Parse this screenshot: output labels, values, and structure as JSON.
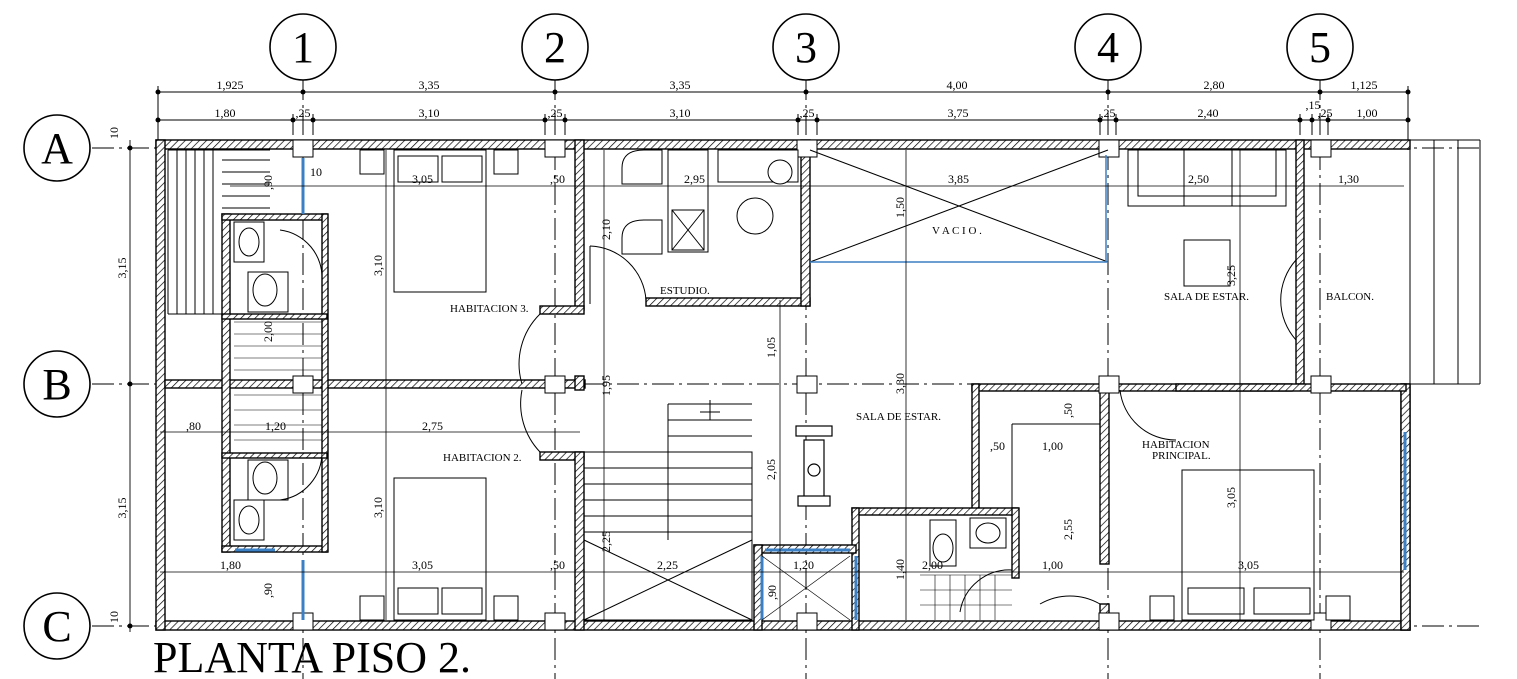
{
  "title": "PLANTA PISO 2.",
  "axes_vertical": [
    "1",
    "2",
    "3",
    "4",
    "5"
  ],
  "axes_horizontal": [
    "A",
    "B",
    "C"
  ],
  "dims_top_row1": [
    "1,925",
    "3,35",
    "3,35",
    "4,00",
    "2,80",
    "1,125"
  ],
  "dims_top_row2": [
    "1,80",
    ",25",
    "3,10",
    ",25",
    "3,10",
    ",25",
    "3,75",
    ",25",
    "2,40",
    ",15",
    ",25",
    "1,00"
  ],
  "dims_left": [
    "3,15",
    "3,15"
  ],
  "dims_edge_left": [
    "10",
    "10"
  ],
  "rooms": {
    "hab3": "HABITACION 3.",
    "hab2": "HABITACION 2.",
    "estudio": "ESTUDIO.",
    "vacio": "V A C I O .",
    "sala_arriba": "SALA DE ESTAR.",
    "balcon": "BALCON.",
    "sala_centro": "SALA DE ESTAR.",
    "hab_principal_1": "HABITACION",
    "hab_principal_2": "PRINCIPAL."
  },
  "inner_dims": {
    "d305a": "3,05",
    "d305b": "3,05",
    "d305c": "3,05",
    "d305v": "3,05",
    "d310a": "3,10",
    "d310b": "3,10",
    "d295": "2,95",
    "d385": "3,85",
    "d250": "2,50",
    "d130": "1,30",
    "d325": "3,25",
    "d150": "1,50",
    "d210": "2,10",
    "d105": "1,05",
    "d195": "1,95",
    "d330": "3,30",
    "d205": "2,05",
    "d225h": "2,25",
    "d225v": "2,25",
    "d120a": "1,20",
    "d120b": "1,20",
    "d275": "2,75",
    "d180": "1,80",
    "d80": ",80",
    "d90a": ",90",
    "d90b": ",90",
    "d90c": ",90",
    "d50a": ",50",
    "d50b": ",50",
    "d50c": ",50",
    "d50d": ",50",
    "d100a": "1,00",
    "d100b": "1,00",
    "d255": "2,55",
    "d200a": "2,00",
    "d200b": "2,00",
    "d140": "1,40",
    "d10": "10"
  }
}
